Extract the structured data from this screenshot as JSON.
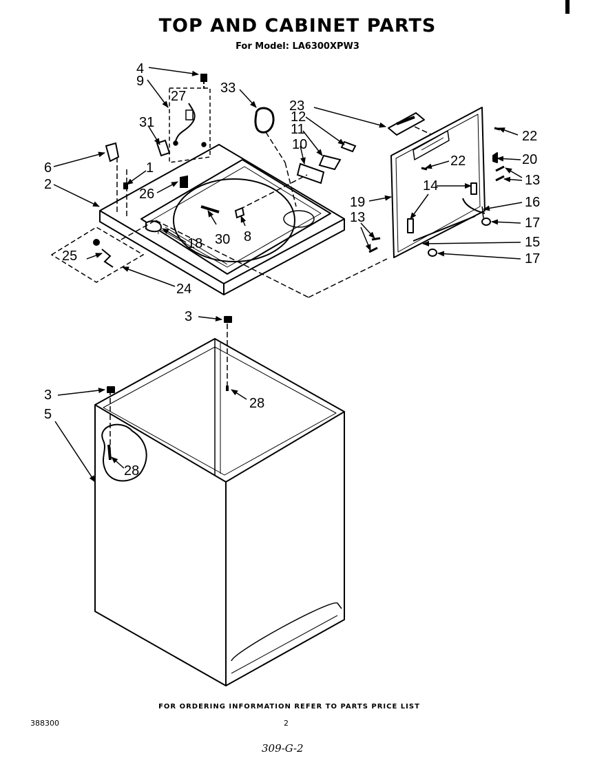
{
  "header": {
    "title": "TOP AND CABINET PARTS",
    "model_line": "For Model: LA6300XPW3"
  },
  "callouts": {
    "c1": "1",
    "c2": "2",
    "c3a": "3",
    "c3b": "3",
    "c4": "4",
    "c5": "5",
    "c6": "6",
    "c8": "8",
    "c9": "9",
    "c10": "10",
    "c11": "11",
    "c12": "12",
    "c13a": "13",
    "c13b": "13",
    "c14": "14",
    "c15": "15",
    "c16": "16",
    "c17a": "17",
    "c17b": "17",
    "c18": "18",
    "c19": "19",
    "c20": "20",
    "c22a": "22",
    "c22b": "22",
    "c23": "23",
    "c24": "24",
    "c25": "25",
    "c26": "26",
    "c27": "27",
    "c28a": "28",
    "c28b": "28",
    "c30": "30",
    "c31": "31",
    "c33": "33"
  },
  "footer": {
    "ordering_note": "FOR ORDERING INFORMATION REFER TO PARTS PRICE LIST",
    "doc_number": "388300",
    "page_number": "2",
    "handwritten_code": "309-G-2"
  }
}
